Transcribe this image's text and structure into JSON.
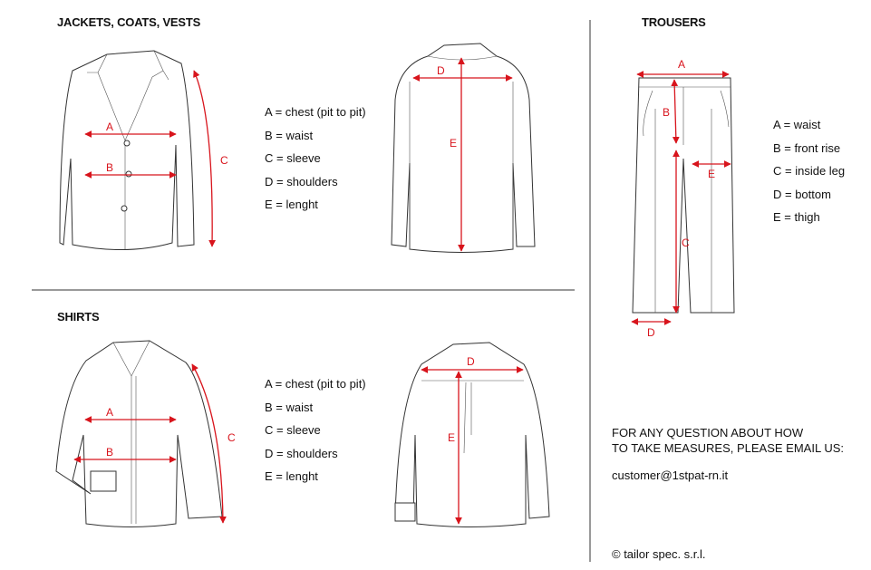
{
  "sections": {
    "jackets": {
      "title": "JACKETS, COATS, VESTS",
      "legend": [
        "A = chest (pit to pit)",
        "B = waist",
        "C = sleeve",
        "D = shoulders",
        "E = lenght"
      ],
      "front_markers": [
        "A",
        "B",
        "C"
      ],
      "back_markers": [
        "D",
        "E"
      ]
    },
    "shirts": {
      "title": "SHIRTS",
      "legend": [
        "A = chest (pit to pit)",
        "B = waist",
        "C = sleeve",
        "D = shoulders",
        "E = lenght"
      ],
      "front_markers": [
        "A",
        "B",
        "C"
      ],
      "back_markers": [
        "D",
        "E"
      ]
    },
    "trousers": {
      "title": "TROUSERS",
      "legend": [
        "A = waist",
        "B = front rise",
        "C = inside leg",
        "D = bottom",
        "E = thigh"
      ],
      "markers": [
        "A",
        "B",
        "C",
        "D",
        "E"
      ]
    }
  },
  "contact": {
    "line1": "FOR ANY QUESTION ABOUT HOW",
    "line2": "TO TAKE MEASURES, PLEASE EMAIL US:",
    "email": "customer@1stpat-rn.it",
    "copyright": "© tailor spec. s.r.l."
  },
  "colors": {
    "accent": "#d8141c"
  }
}
